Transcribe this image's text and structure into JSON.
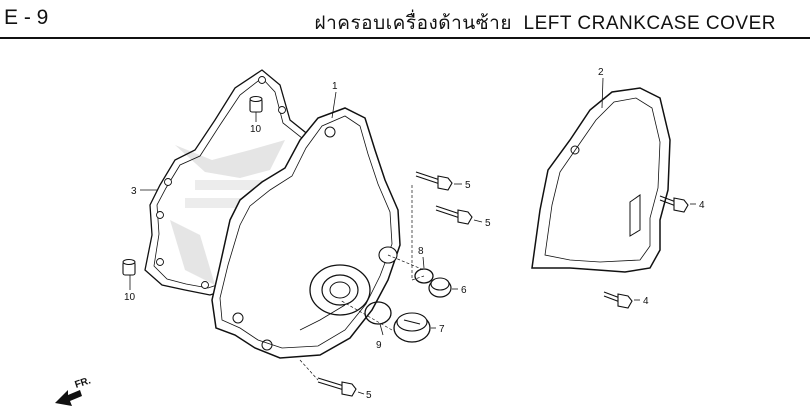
{
  "header": {
    "section_code": "E - 9",
    "title_thai": "ฝาครอบเครื่องด้านซ้าย",
    "title_en": "LEFT CRANKCASE COVER"
  },
  "callouts": [
    {
      "id": "1",
      "text": "1"
    },
    {
      "id": "2",
      "text": "2"
    },
    {
      "id": "3",
      "text": "3"
    },
    {
      "id": "4a",
      "text": "4"
    },
    {
      "id": "4b",
      "text": "4"
    },
    {
      "id": "5a",
      "text": "5"
    },
    {
      "id": "5b",
      "text": "5"
    },
    {
      "id": "5c",
      "text": "5"
    },
    {
      "id": "6",
      "text": "6"
    },
    {
      "id": "7",
      "text": "7"
    },
    {
      "id": "8",
      "text": "8"
    },
    {
      "id": "9",
      "text": "9"
    },
    {
      "id": "10a",
      "text": "10"
    },
    {
      "id": "10b",
      "text": "10"
    }
  ],
  "direction_marker": {
    "text": "FR."
  },
  "colors": {
    "ink": "#111111",
    "watermark": "#cccccc"
  }
}
